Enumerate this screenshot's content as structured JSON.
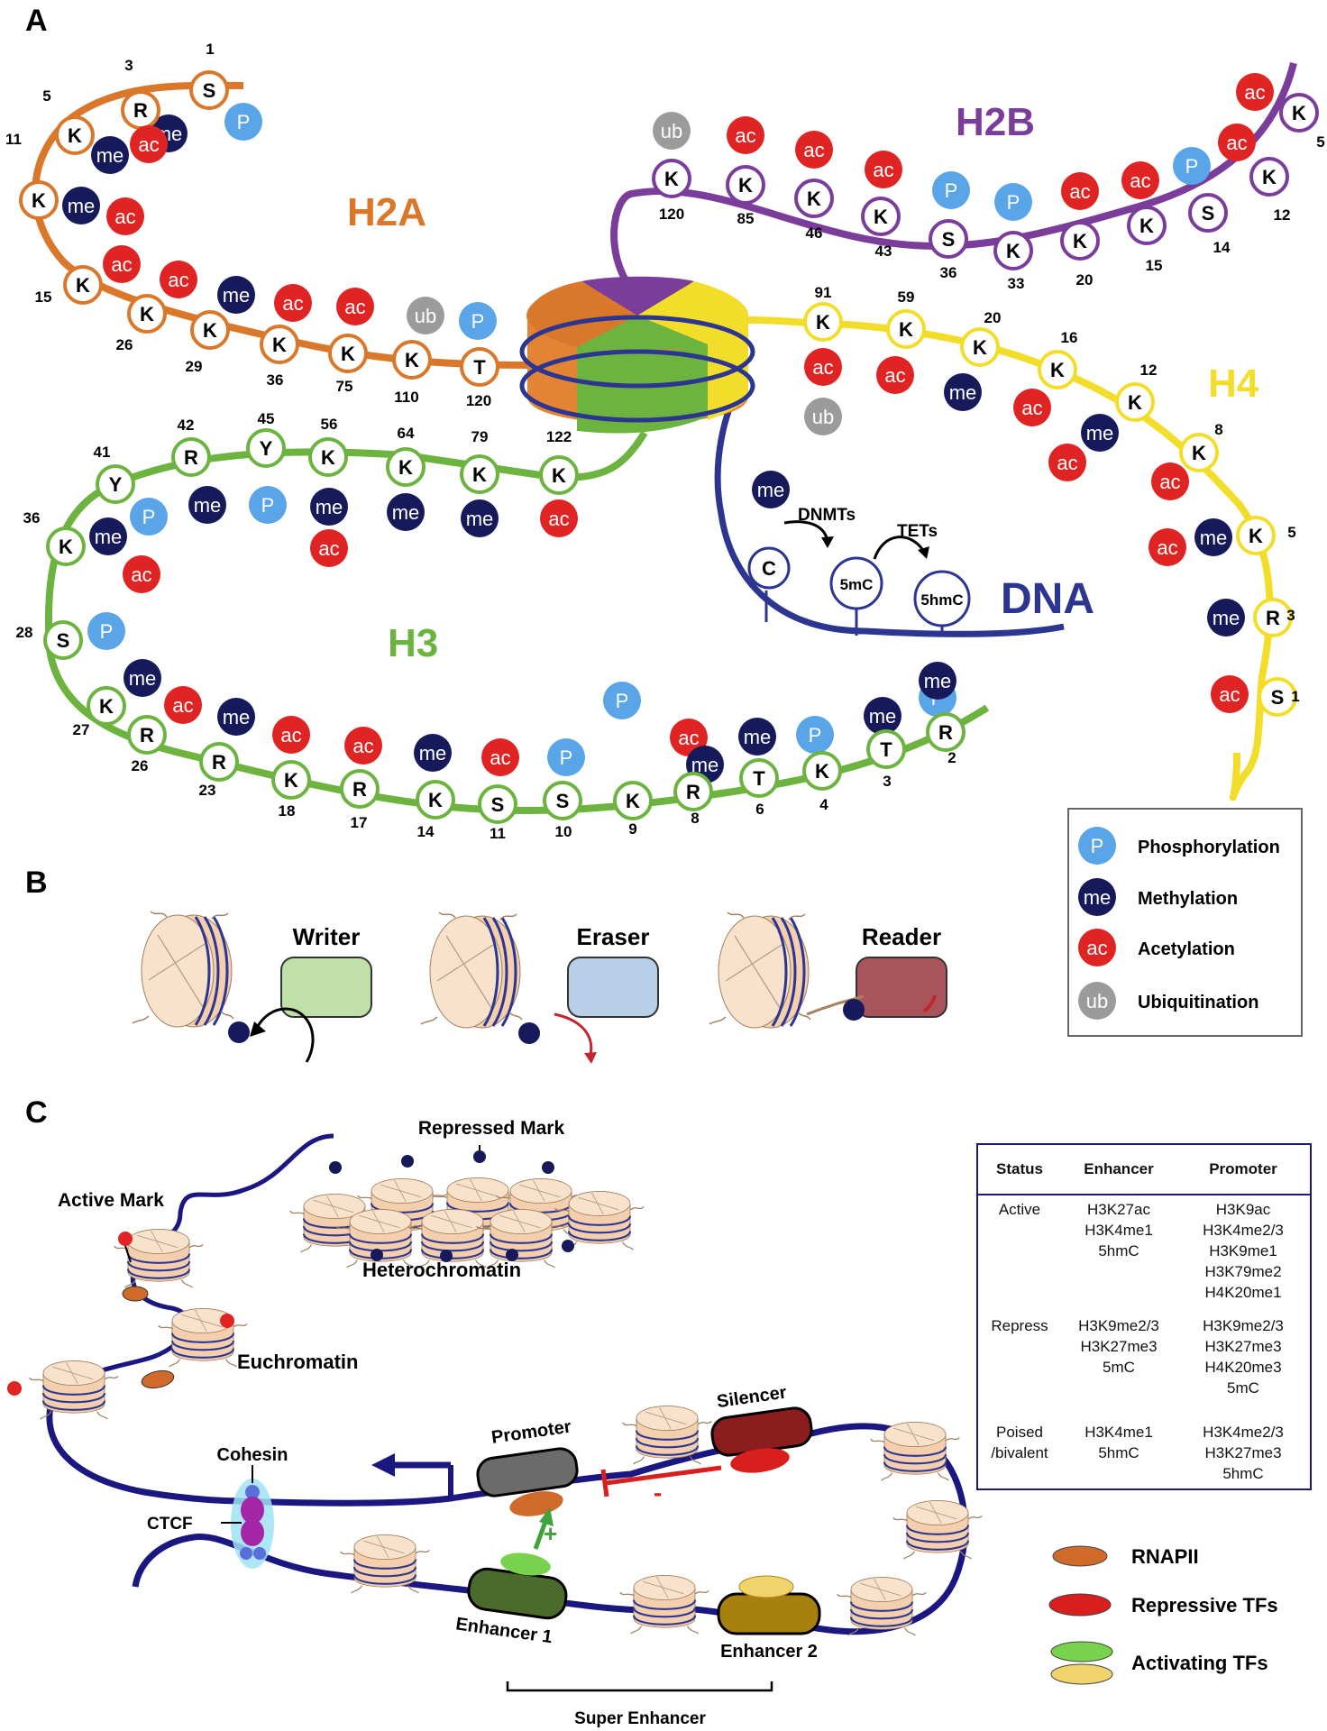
{
  "panel_labels": {
    "a": "A",
    "b": "B",
    "c": "C"
  },
  "histone_labels": {
    "h2a": "H2A",
    "h2b": "H2B",
    "h3": "H3",
    "h4": "H4",
    "dna": "DNA"
  },
  "colors": {
    "h2a": "#d9772b",
    "h2b": "#7b3d9a",
    "h3": "#6cb33f",
    "h4": "#f2de2a",
    "dna": "#2c3590",
    "phospho": "#5aa5e8",
    "methyl": "#161a5a",
    "acetyl": "#e02323",
    "ubiq": "#9b9b9b",
    "table_border": "#1c1a6e"
  },
  "mark_text": {
    "p": "P",
    "me": "me",
    "ac": "ac",
    "ub": "ub"
  },
  "h2a": [
    {
      "aa": "S",
      "pos": "1",
      "marks": [
        "p"
      ]
    },
    {
      "aa": "R",
      "pos": "3",
      "marks": [
        "me"
      ]
    },
    {
      "aa": "K",
      "pos": "5",
      "marks": [
        "me",
        "ac"
      ]
    },
    {
      "aa": "K",
      "pos": "11",
      "marks": [
        "me",
        "ac"
      ]
    },
    {
      "aa": "K",
      "pos": "15",
      "marks": [
        "ac"
      ]
    },
    {
      "aa": "K",
      "pos": "26",
      "marks": [
        "ac"
      ]
    },
    {
      "aa": "K",
      "pos": "29",
      "marks": [
        "me"
      ]
    },
    {
      "aa": "K",
      "pos": "36",
      "marks": [
        "ac"
      ]
    },
    {
      "aa": "K",
      "pos": "75",
      "marks": [
        "ac"
      ]
    },
    {
      "aa": "K",
      "pos": "110",
      "marks": [
        "ub"
      ]
    },
    {
      "aa": "T",
      "pos": "120",
      "marks": [
        "p"
      ]
    }
  ],
  "h2b": [
    {
      "aa": "K",
      "pos": "120",
      "marks": [
        "ub"
      ]
    },
    {
      "aa": "K",
      "pos": "85",
      "marks": [
        "ac"
      ]
    },
    {
      "aa": "K",
      "pos": "46",
      "marks": [
        "ac"
      ]
    },
    {
      "aa": "K",
      "pos": "43",
      "marks": [
        "ac"
      ]
    },
    {
      "aa": "S",
      "pos": "36",
      "marks": [
        "p"
      ]
    },
    {
      "aa": "K",
      "pos": "33",
      "marks": [
        "p"
      ]
    },
    {
      "aa": "K",
      "pos": "20",
      "marks": [
        "ac"
      ]
    },
    {
      "aa": "K",
      "pos": "15",
      "marks": [
        "ac"
      ]
    },
    {
      "aa": "S",
      "pos": "14",
      "marks": [
        "p"
      ]
    },
    {
      "aa": "K",
      "pos": "12",
      "marks": [
        "ac"
      ]
    },
    {
      "aa": "K",
      "pos": "5",
      "marks": [
        "ac"
      ]
    }
  ],
  "h4": [
    {
      "aa": "K",
      "pos": "91",
      "marks": [
        "ac",
        "ub"
      ]
    },
    {
      "aa": "K",
      "pos": "59",
      "marks": [
        "ac"
      ]
    },
    {
      "aa": "K",
      "pos": "20",
      "marks": [
        "me"
      ]
    },
    {
      "aa": "K",
      "pos": "16",
      "marks": [
        "ac"
      ]
    },
    {
      "aa": "K",
      "pos": "12",
      "marks": [
        "me",
        "ac"
      ]
    },
    {
      "aa": "K",
      "pos": "8",
      "marks": [
        "ac"
      ]
    },
    {
      "aa": "K",
      "pos": "5",
      "marks": [
        "me",
        "ac"
      ]
    },
    {
      "aa": "R",
      "pos": "3",
      "marks": [
        "me"
      ]
    },
    {
      "aa": "S",
      "pos": "1",
      "marks": [
        "ac"
      ]
    }
  ],
  "h3_upper": [
    {
      "aa": "Y",
      "pos": "41",
      "marks": [
        "p"
      ]
    },
    {
      "aa": "R",
      "pos": "42",
      "marks": [
        "me"
      ]
    },
    {
      "aa": "Y",
      "pos": "45",
      "marks": [
        "p"
      ]
    },
    {
      "aa": "K",
      "pos": "56",
      "marks": [
        "me",
        "ac"
      ]
    },
    {
      "aa": "K",
      "pos": "64",
      "marks": [
        "me"
      ]
    },
    {
      "aa": "K",
      "pos": "79",
      "marks": [
        "me"
      ]
    },
    {
      "aa": "K",
      "pos": "122",
      "marks": [
        "ac"
      ]
    }
  ],
  "h3_lower": [
    {
      "aa": "K",
      "pos": "36",
      "marks": [
        "me",
        "ac"
      ]
    },
    {
      "aa": "S",
      "pos": "28",
      "marks": [
        "p"
      ]
    },
    {
      "aa": "K",
      "pos": "27",
      "marks": [
        "me",
        "ac"
      ]
    },
    {
      "aa": "R",
      "pos": "26",
      "marks": [
        "me"
      ]
    },
    {
      "aa": "R",
      "pos": "23",
      "marks": [
        "ac"
      ]
    },
    {
      "aa": "K",
      "pos": "18",
      "marks": [
        "ac"
      ]
    },
    {
      "aa": "R",
      "pos": "17",
      "marks": [
        "me"
      ]
    },
    {
      "aa": "K",
      "pos": "14",
      "marks": [
        "ac"
      ]
    },
    {
      "aa": "S",
      "pos": "11",
      "marks": [
        "p"
      ]
    },
    {
      "aa": "S",
      "pos": "10",
      "marks": [
        "p"
      ]
    },
    {
      "aa": "K",
      "pos": "9",
      "marks": [
        "ac",
        "me"
      ]
    },
    {
      "aa": "R",
      "pos": "8",
      "marks": [
        "me"
      ]
    },
    {
      "aa": "T",
      "pos": "6",
      "marks": [
        "p"
      ]
    },
    {
      "aa": "K",
      "pos": "4",
      "marks": [
        "me"
      ]
    },
    {
      "aa": "T",
      "pos": "3",
      "marks": [
        "p"
      ]
    },
    {
      "aa": "R",
      "pos": "2",
      "marks": [
        "me"
      ]
    }
  ],
  "dna_methylation": {
    "me": "me",
    "c": "C",
    "five_mc": "5mC",
    "five_hmc": "5hmC",
    "dnmts": "DNMTs",
    "tets": "TETs"
  },
  "legend_a": [
    {
      "key": "p",
      "label": "Phosphorylation"
    },
    {
      "key": "me",
      "label": "Methylation"
    },
    {
      "key": "ac",
      "label": "Acetylation"
    },
    {
      "key": "ub",
      "label": "Ubiquitination"
    }
  ],
  "panel_b": {
    "writer": "Writer",
    "eraser": "Eraser",
    "reader": "Reader"
  },
  "panel_c": {
    "repressed_mark": "Repressed Mark",
    "active_mark": "Active Mark",
    "heterochromatin": "Heterochromatin",
    "euchromatin": "Euchromatin",
    "cohesin": "Cohesin",
    "ctcf": "CTCF",
    "promoter": "Promoter",
    "silencer": "Silencer",
    "enhancer1": "Enhancer 1",
    "enhancer2": "Enhancer 2",
    "super_enhancer": "Super Enhancer",
    "plus": "+",
    "minus": "-"
  },
  "table": {
    "headers": [
      "Status",
      "Enhancer",
      "Promoter"
    ],
    "rows": [
      {
        "status": [
          "Active"
        ],
        "enhancer": [
          "H3K27ac",
          "H3K4me1",
          "5hmC"
        ],
        "promoter": [
          "H3K9ac",
          "H3K4me2/3",
          "H3K9me1",
          "H3K79me2",
          "H4K20me1"
        ]
      },
      {
        "status": [
          "Repress"
        ],
        "enhancer": [
          "H3K9me2/3",
          "H3K27me3",
          "5mC"
        ],
        "promoter": [
          "H3K9me2/3",
          "H3K27me3",
          "H4K20me3",
          "5mC"
        ]
      },
      {
        "status": [
          "Poised",
          "/bivalent"
        ],
        "enhancer": [
          "H3K4me1",
          "5hmC"
        ],
        "promoter": [
          "H3K4me2/3",
          "H3K27me3",
          "5hmC"
        ]
      }
    ]
  },
  "legend_c": [
    {
      "label": "RNAPII",
      "color": "#cf6a2a"
    },
    {
      "label": "Repressive TFs",
      "color": "#d91e1e"
    },
    {
      "label": "Activating TFs",
      "color": "#79d24e",
      "color2": "#f0d36a"
    }
  ]
}
